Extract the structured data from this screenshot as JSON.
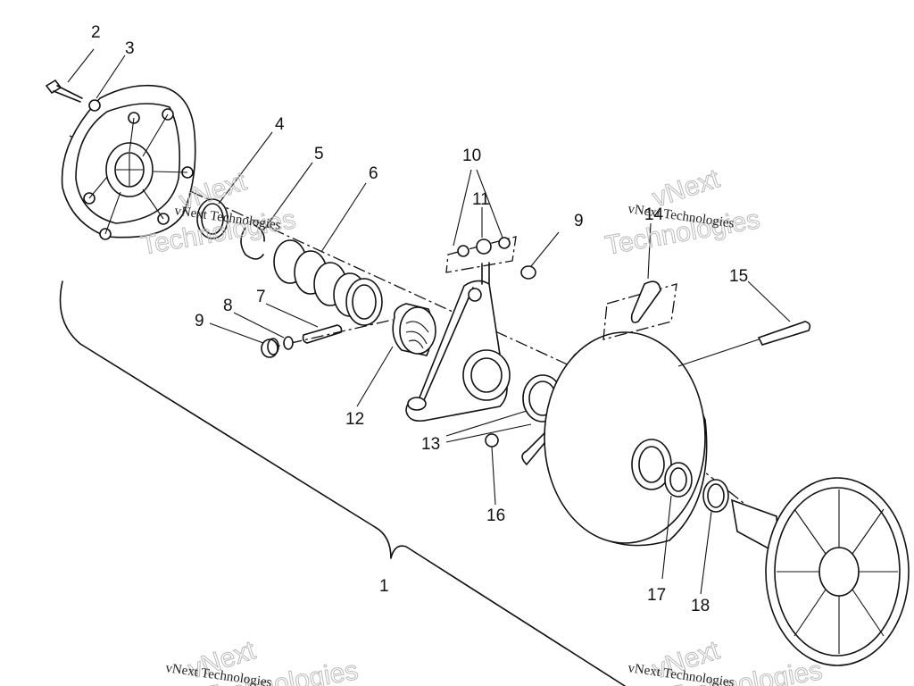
{
  "diagram": {
    "title": "Drive clutch assembly exploded view",
    "colors": {
      "line": "#111111",
      "background": "#ffffff",
      "watermark_outline": "#bbbbbb"
    },
    "callouts": [
      {
        "id": "c1",
        "label": "1"
      },
      {
        "id": "c2",
        "label": "2"
      },
      {
        "id": "c3",
        "label": "3"
      },
      {
        "id": "c4",
        "label": "4"
      },
      {
        "id": "c5",
        "label": "5"
      },
      {
        "id": "c6",
        "label": "6"
      },
      {
        "id": "c7",
        "label": "7"
      },
      {
        "id": "c8",
        "label": "8"
      },
      {
        "id": "c9a",
        "label": "9"
      },
      {
        "id": "c9b",
        "label": "9"
      },
      {
        "id": "c10",
        "label": "10"
      },
      {
        "id": "c11",
        "label": "11"
      },
      {
        "id": "c12",
        "label": "12"
      },
      {
        "id": "c13",
        "label": "13"
      },
      {
        "id": "c14",
        "label": "14"
      },
      {
        "id": "c15",
        "label": "15"
      },
      {
        "id": "c16",
        "label": "16"
      },
      {
        "id": "c17",
        "label": "17"
      },
      {
        "id": "c18",
        "label": "18"
      }
    ],
    "watermark": {
      "serif_text": "vNext Technologies",
      "outline_line1": "vNext",
      "outline_line2": "Technologies"
    }
  }
}
